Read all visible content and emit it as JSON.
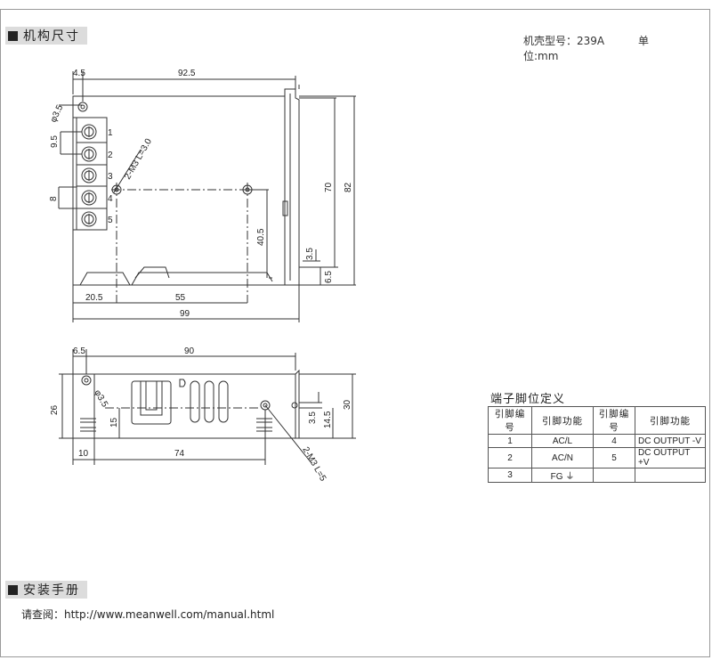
{
  "sections": {
    "dimensions_title": "机构尺寸",
    "install_title": "安装手册"
  },
  "case_info": {
    "model": "机壳型号：239A",
    "unit": "单位:mm"
  },
  "top_view": {
    "dim_4_5": "4.5",
    "dim_92_5": "92.5",
    "dim_phi_3_5": "φ3.5",
    "dim_9_5": "9.5",
    "dim_8": "8",
    "dim_m3": "2-M3 L=3.0",
    "dim_70": "70",
    "dim_82": "82",
    "dim_40_5": "40.5",
    "dim_3_5": "3.5",
    "dim_6_5": "6.5",
    "dim_20_5": "20.5",
    "dim_55": "55",
    "dim_99": "99",
    "terminal_numbers": [
      "1",
      "2",
      "3",
      "4",
      "5"
    ]
  },
  "side_view": {
    "dim_6_5": "6.5",
    "dim_90": "90",
    "dim_phi_3_5": "φ3.5",
    "dim_26": "26",
    "dim_15": "15",
    "dim_3_5": "3.5",
    "dim_14_5": "14.5",
    "dim_30": "30",
    "dim_10": "10",
    "dim_74": "74",
    "dim_m3": "2-M3 L=5"
  },
  "pin_table": {
    "title": "端子脚位定义",
    "headers": [
      "引脚编号",
      "引脚功能",
      "引脚编号",
      "引脚功能"
    ],
    "rows": [
      [
        "1",
        "AC/L",
        "4",
        "DC OUTPUT -V"
      ],
      [
        "2",
        "AC/N",
        "5",
        "DC OUTPUT +V"
      ],
      [
        "3",
        "FG ⏚",
        "",
        ""
      ]
    ]
  },
  "manual": {
    "text": "请查阅：http://www.meanwell.com/manual.html"
  }
}
